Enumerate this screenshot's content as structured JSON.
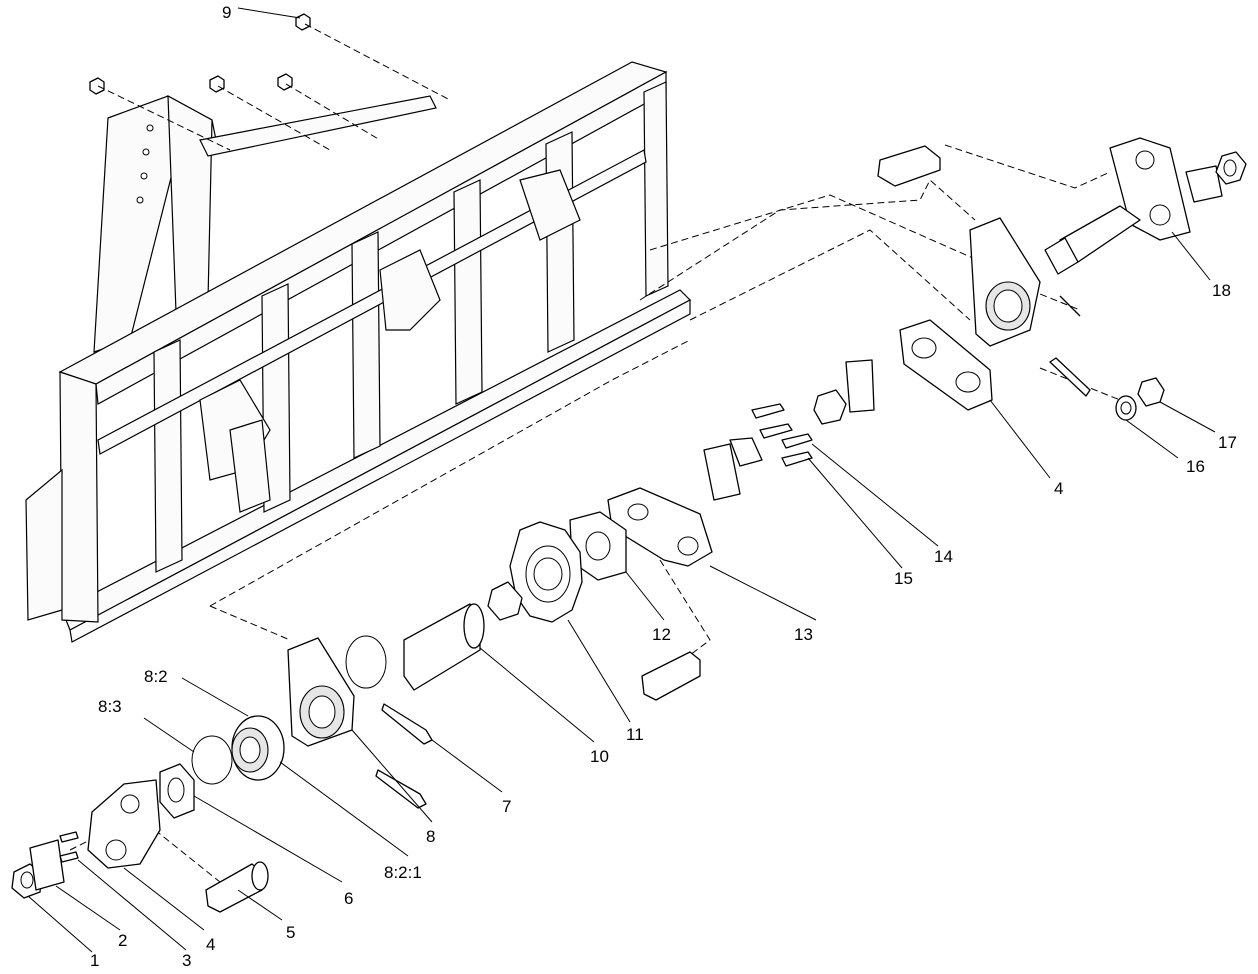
{
  "callouts": {
    "c1": "1",
    "c2": "2",
    "c3": "3",
    "c4a": "4",
    "c4b": "4",
    "c5": "5",
    "c6": "6",
    "c7": "7",
    "c8": "8",
    "c8_2": "8:2",
    "c8_3": "8:3",
    "c8_2_1": "8:2:1",
    "c9": "9",
    "c10": "10",
    "c11": "11",
    "c12": "12",
    "c13": "13",
    "c14": "14",
    "c15": "15",
    "c16": "16",
    "c17": "17",
    "c18": "18"
  }
}
